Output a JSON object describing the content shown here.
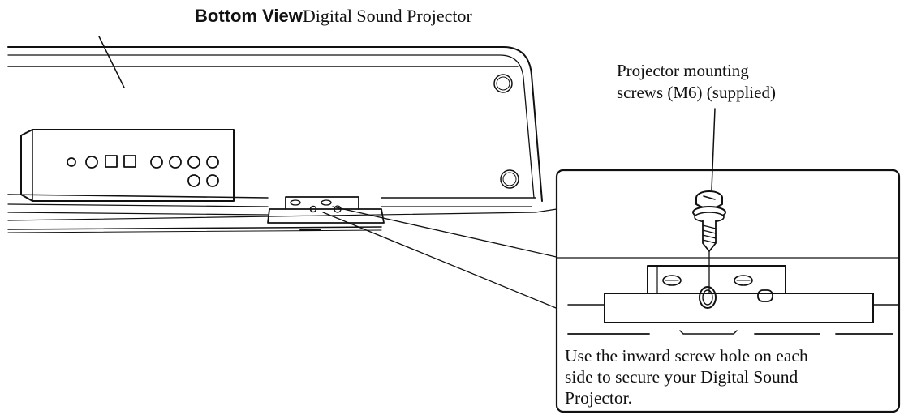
{
  "title": {
    "view": "Bottom View",
    "product": "Digital Sound Projector"
  },
  "labels": {
    "screws_line1": "Projector mounting",
    "screws_line2": "screws (M6) (supplied)"
  },
  "caption": {
    "line1": "Use the inward screw hole on each",
    "line2": "side to secure your Digital Sound",
    "line3": "Projector."
  },
  "icons": [
    "screw-icon",
    "port-circle-icon",
    "port-square-icon"
  ]
}
